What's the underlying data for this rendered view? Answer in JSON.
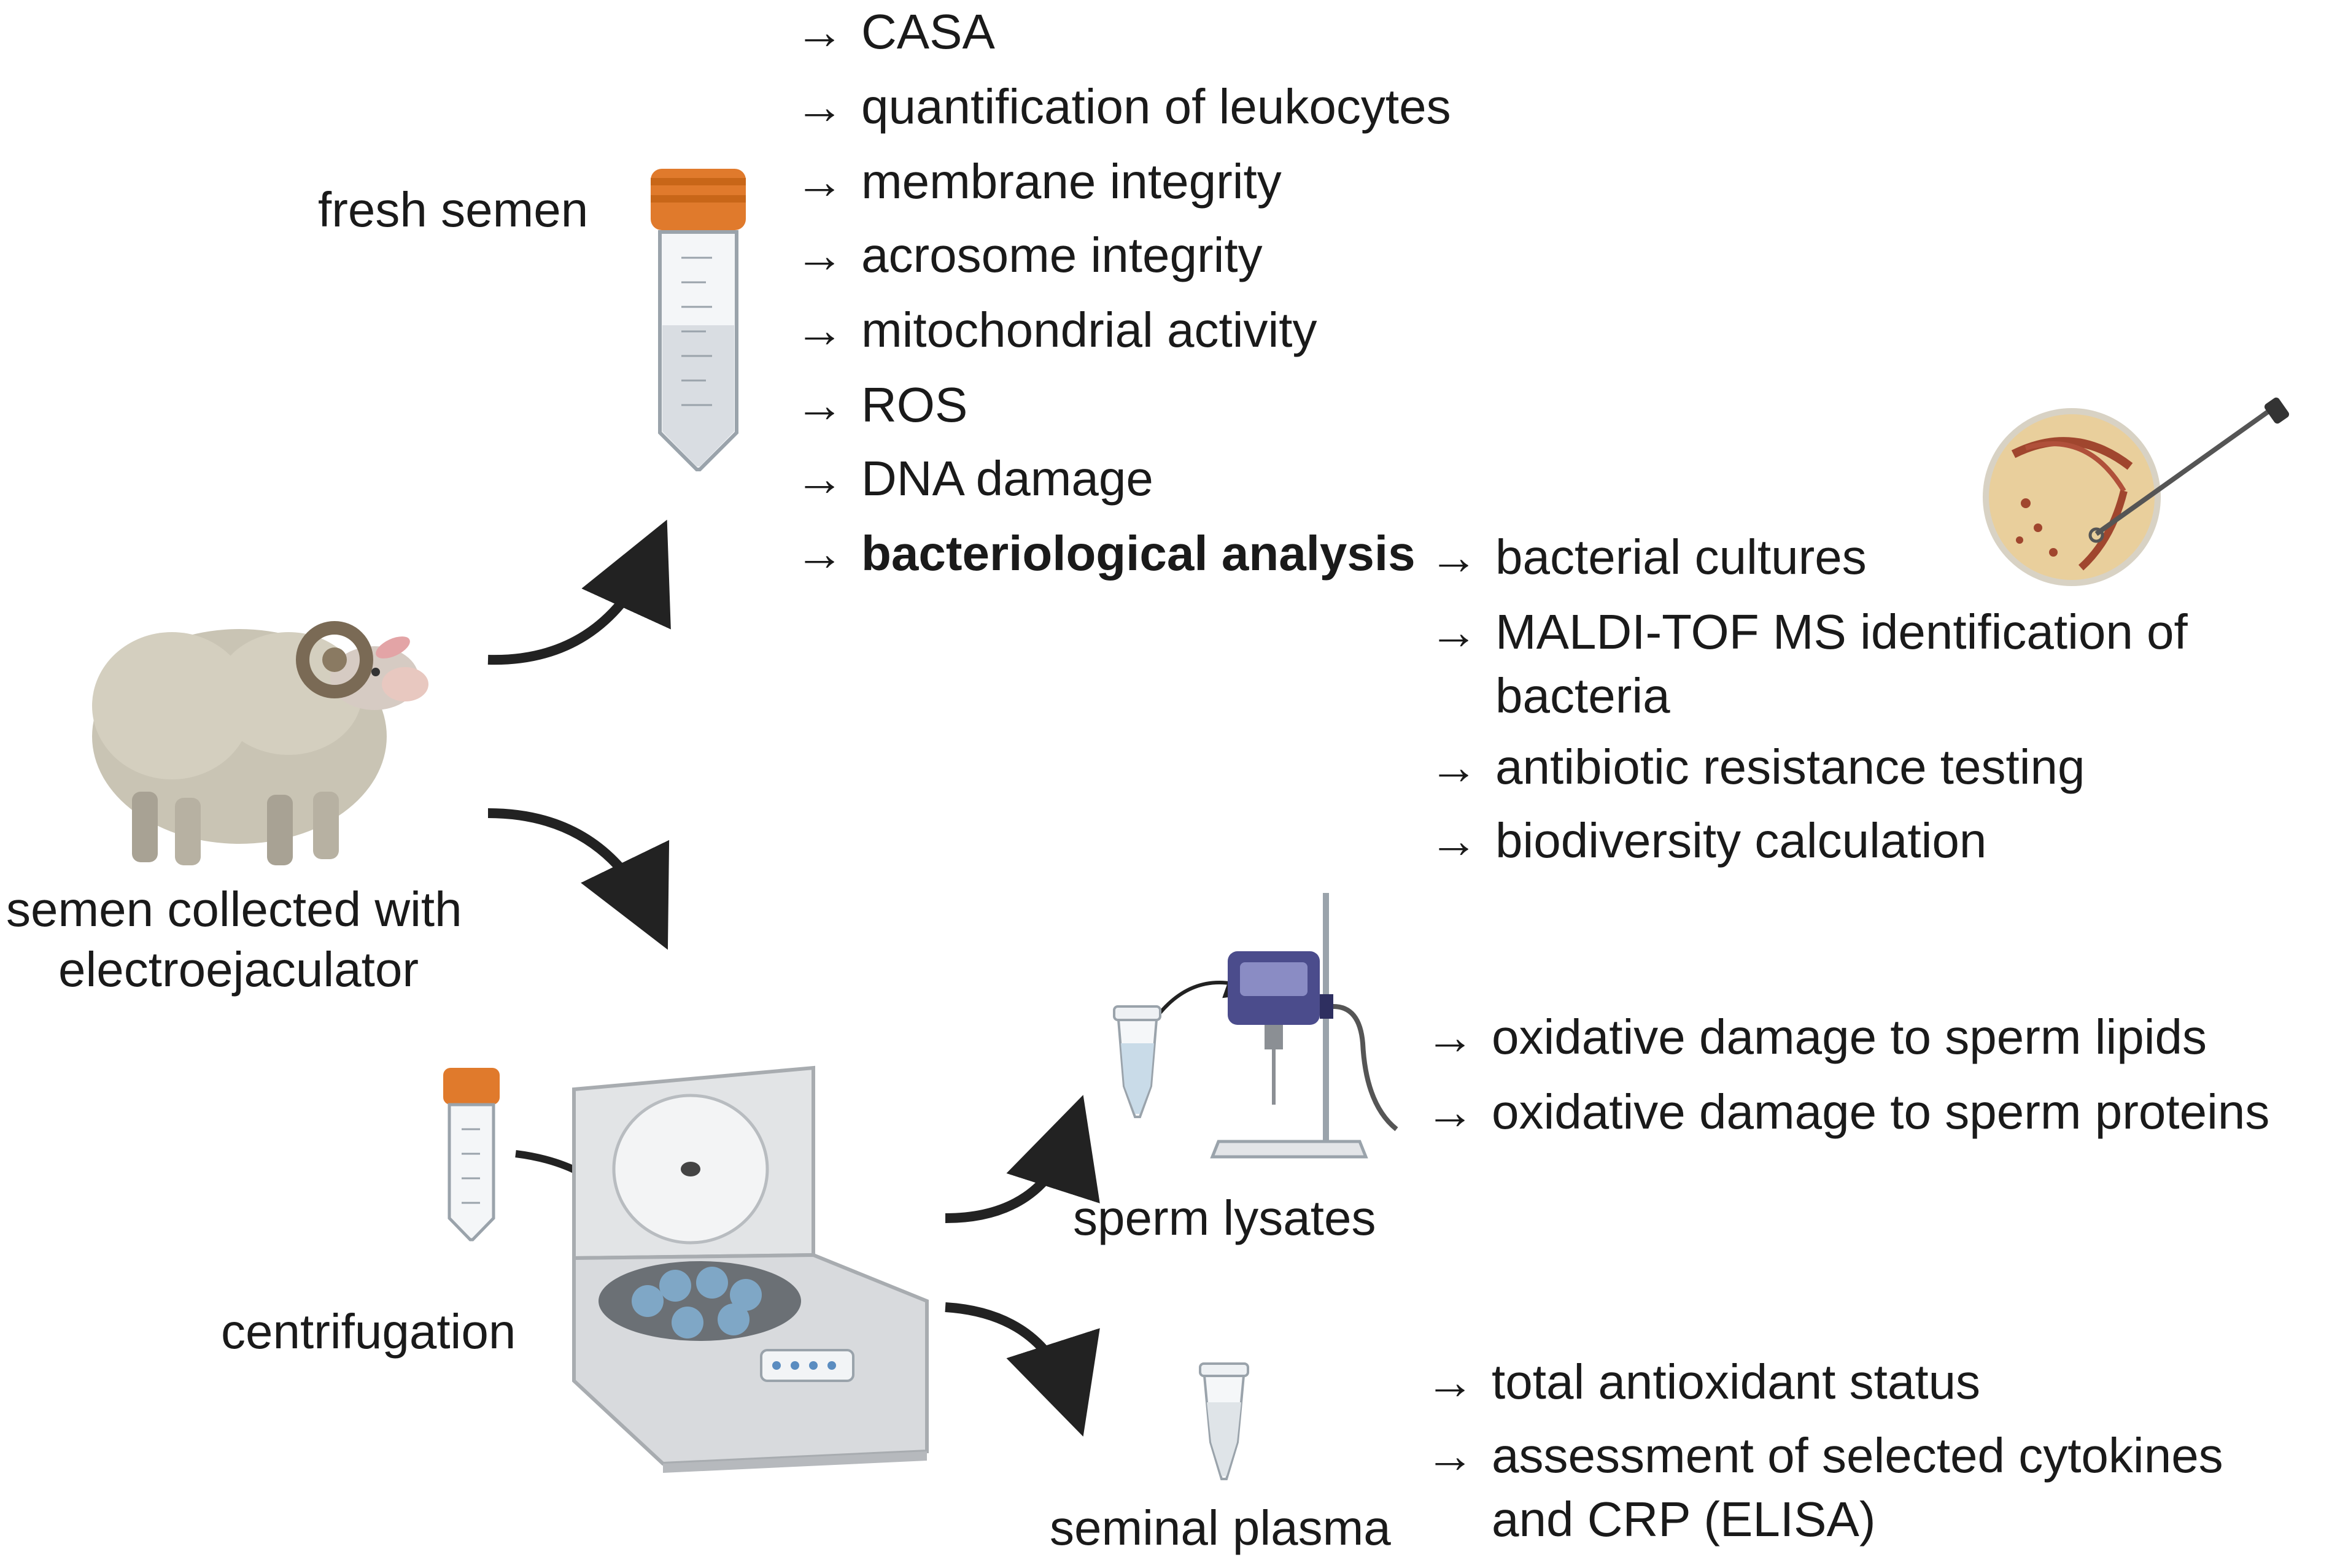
{
  "labels": {
    "fresh_semen": "fresh semen",
    "collected_line1": "semen collected with",
    "collected_line2": "electroejaculator",
    "centrifugation": "centrifugation",
    "sperm_lysates": "sperm lysates",
    "seminal_plasma": "seminal plasma"
  },
  "arrow_glyph": "→",
  "fresh_semen_analyses": [
    "CASA",
    "quantification of leukocytes",
    "membrane integrity",
    "acrosome integrity",
    "mitochondrial activity",
    "ROS",
    "DNA damage",
    "bacteriological analysis"
  ],
  "bacteriological_subanalyses": [
    {
      "line1": "bacterial cultures",
      "line2": ""
    },
    {
      "line1": "MALDI-TOF MS identification of",
      "line2": "bacteria"
    },
    {
      "line1": "antibiotic resistance testing",
      "line2": ""
    },
    {
      "line1": "biodiversity calculation",
      "line2": ""
    }
  ],
  "sperm_lysate_analyses": [
    "oxidative damage to sperm lipids",
    "oxidative damage to sperm proteins"
  ],
  "seminal_plasma_analyses": [
    {
      "line1": "total antioxidant status",
      "line2": ""
    },
    {
      "line1": "assessment of selected cytokines",
      "line2": "and CRP (ELISA)"
    }
  ],
  "icons": [
    "ram-icon",
    "falcon-tube-icon",
    "petri-dish-icon",
    "centrifuge-icon",
    "microtube-icon",
    "sonicator-icon"
  ],
  "colors": {
    "tube_cap": "#e07a2c",
    "arrow": "#222222",
    "sheep_wool": "#c9c4b4",
    "petri_agar": "#e9cf9c",
    "sonicator_body": "#4b4c8c",
    "centrifuge_body": "#e2e4e6",
    "rotor_tubes": "#7fa7c6"
  }
}
